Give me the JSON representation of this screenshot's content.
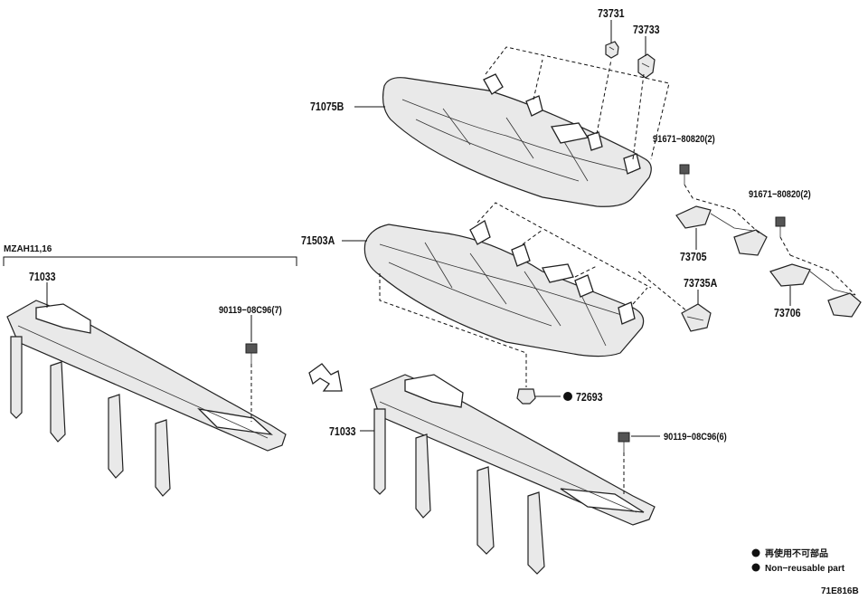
{
  "parts": {
    "p73731": "73731",
    "p73733": "73733",
    "p71075B": "71075B",
    "p91671_a": "91671−80820(2)",
    "p91671_b": "91671−80820(2)",
    "p71503A": "71503A",
    "p73705": "73705",
    "p73706": "73706",
    "p73735A": "73735A",
    "p72693": "72693",
    "p71033_left": "71033",
    "p71033_right": "71033",
    "p90119_left": "90119−08C96(7)",
    "p90119_right": "90119−08C96(6)"
  },
  "variant_label": "MZAH11,16",
  "legend": {
    "jp": "再使用不可部品",
    "en": "Non−reusable part"
  },
  "figure_code": "71E816B"
}
